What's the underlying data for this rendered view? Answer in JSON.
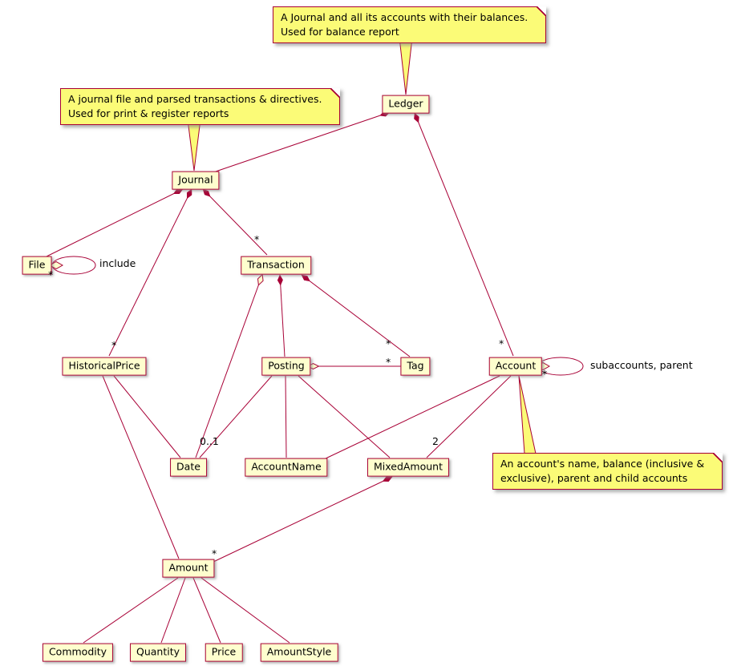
{
  "diagram": {
    "nodes": {
      "ledger": "Ledger",
      "journal": "Journal",
      "file": "File",
      "transaction": "Transaction",
      "historicalprice": "HistoricalPrice",
      "posting": "Posting",
      "tag": "Tag",
      "account": "Account",
      "date": "Date",
      "accountname": "AccountName",
      "mixedamount": "MixedAmount",
      "amount": "Amount",
      "commodity": "Commodity",
      "quantity": "Quantity",
      "price": "Price",
      "amountstyle": "AmountStyle"
    },
    "notes": {
      "ledger": "A Journal and all its accounts with their balances.\nUsed for balance report",
      "journal": "A journal file and parsed transactions & directives.\nUsed for print & register reports",
      "account": "An account's name, balance (inclusive &\nexclusive), parent and child accounts"
    },
    "labels": {
      "star": "*",
      "zero_or_one": "0..1",
      "two": "2",
      "include": "include",
      "subaccounts": "subaccounts, parent"
    },
    "colors": {
      "node_bg": "#FEFECE",
      "note_bg": "#FBFB77",
      "line": "#A80036"
    }
  }
}
